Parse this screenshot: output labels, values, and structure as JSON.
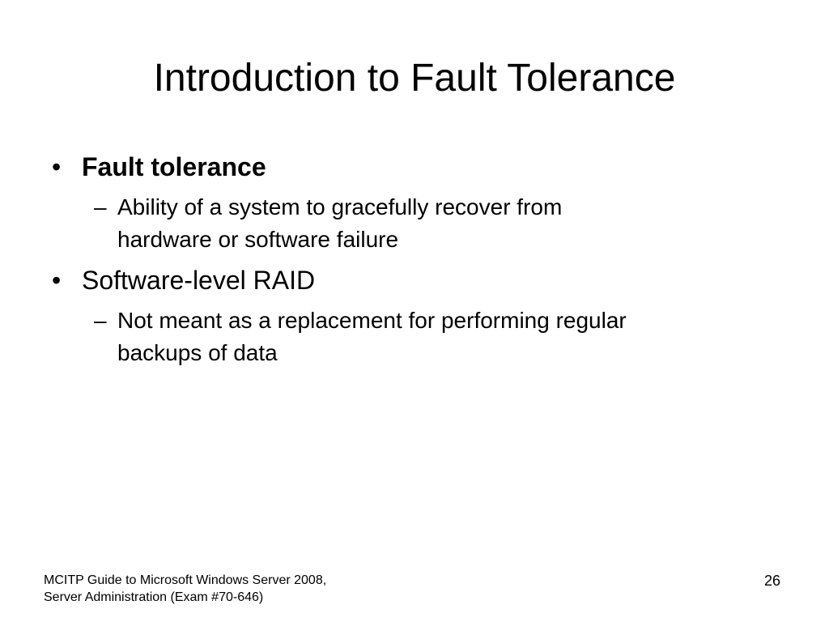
{
  "slide": {
    "title": "Introduction to Fault Tolerance",
    "bullets": [
      {
        "marker": "•",
        "text": "Fault tolerance",
        "sub": {
          "marker": "–",
          "lines": [
            "Ability of a system to gracefully recover from",
            "hardware or software failure"
          ]
        }
      },
      {
        "marker": "•",
        "text": "Software-level RAID",
        "sub": {
          "marker": "–",
          "lines": [
            "Not meant as a replacement for performing regular",
            "backups of data"
          ]
        }
      }
    ],
    "footer": {
      "line1": "MCITP Guide to Microsoft Windows Server 2008,",
      "line2": "Server Administration (Exam #70-646)",
      "page_number": "26"
    }
  }
}
